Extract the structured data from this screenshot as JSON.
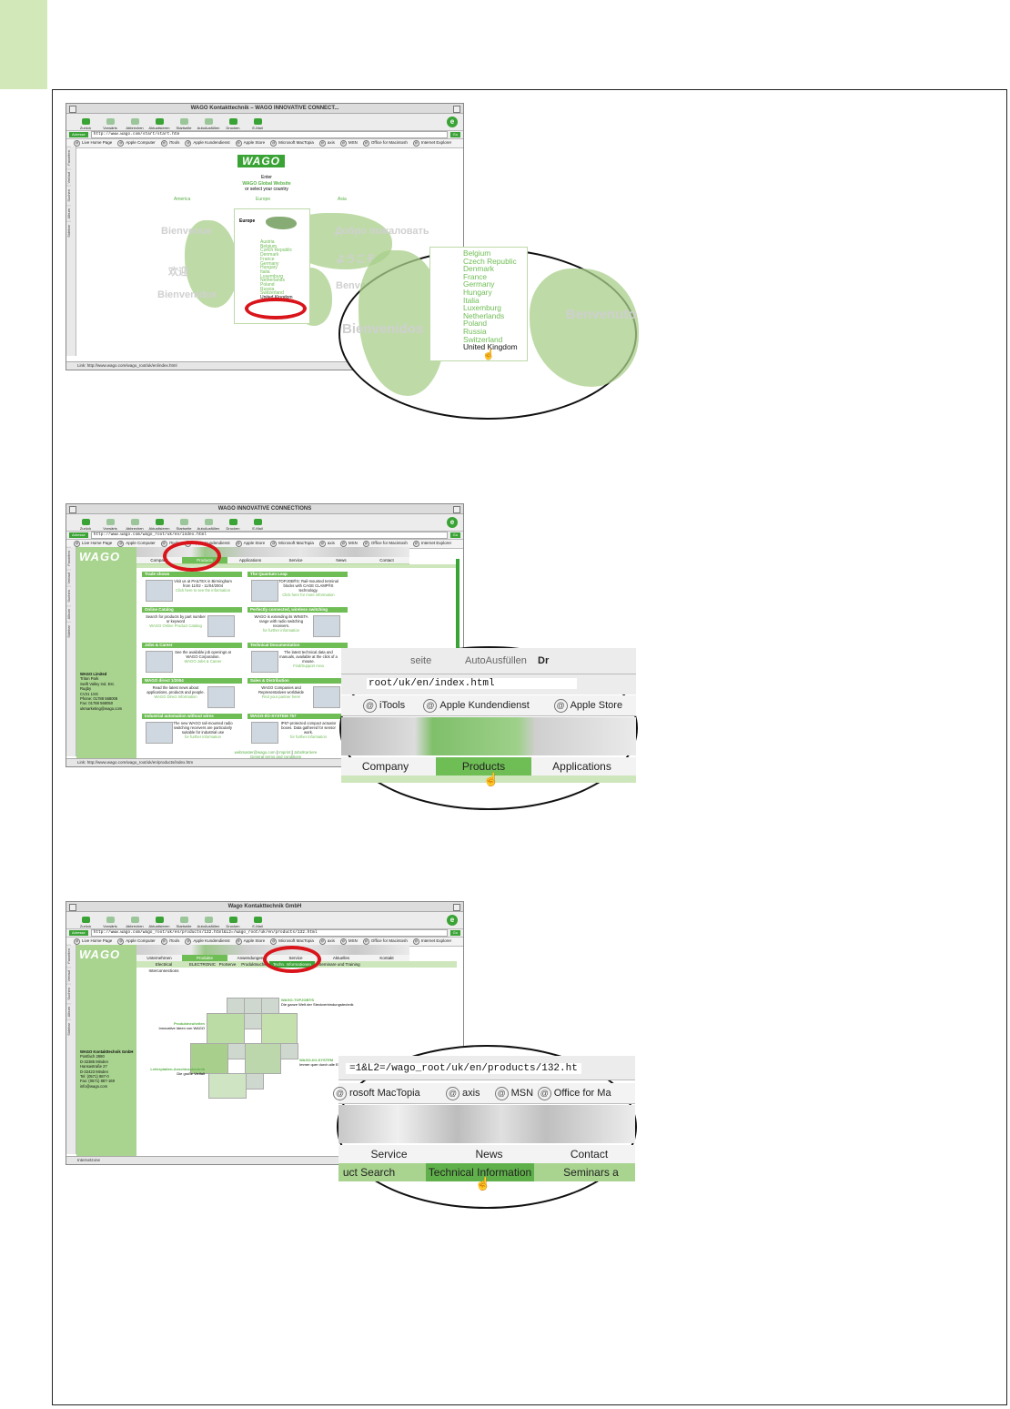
{
  "shot1": {
    "window_title": "WAGO Kontakttechnik – WAGO INNOVATIVE CONNECT...",
    "toolbar": [
      "Zurück",
      "Vorwärts",
      "Abbrechen",
      "Aktualisieren",
      "Startseite",
      "AutoAusfüllen",
      "Drucken",
      "E-Mail"
    ],
    "address_label": "Adresse",
    "address": "http://www.wago.com/start/start.htm",
    "go_label": "Go",
    "favorites": [
      "Live Home Page",
      "Apple Computer",
      "iTools",
      "Apple Kundendienst",
      "Apple Store",
      "Microsoft MacTopia",
      "axis",
      "MSN",
      "Office for Macintosh",
      "Internet Explorer"
    ],
    "sidetabs": [
      "Favoriten",
      "Verlauf",
      "Suchen",
      "Album",
      "Sidebar"
    ],
    "logo": "WAGO",
    "intro": {
      "line1": "Enter",
      "line2": "WAGO Global Website",
      "line3": "or select your country"
    },
    "regions": [
      "America",
      "Europe",
      "Asia"
    ],
    "greetings": [
      "Bienvenue",
      "Добро пожаловать",
      "欢迎",
      "ようこそ",
      "Bienvenidos",
      "Benvenuto"
    ],
    "dropdown_title": "Europe",
    "countries": [
      "Austria",
      "Belgium",
      "Czech Republic",
      "Denmark",
      "France",
      "Germany",
      "Hungary",
      "Italia",
      "Luxemburg",
      "Netherlands",
      "Poland",
      "Russia",
      "Switzerland",
      "United Kingdom"
    ],
    "status": "Link: http://www.wago.com/wago_root/uk/en/index.html",
    "loupe": {
      "countries": [
        "Belgium",
        "Czech Republic",
        "Denmark",
        "France",
        "Germany",
        "Hungary",
        "Italia",
        "Luxemburg",
        "Netherlands",
        "Poland",
        "Russia",
        "Switzerland",
        "United Kingdom"
      ],
      "greetings": [
        "Benvenuto",
        "Bienvenidos"
      ]
    }
  },
  "shot2": {
    "window_title": "WAGO INNOVATIVE CONNECTIONS",
    "toolbar": [
      "Zurück",
      "Vorwärts",
      "Abbrechen",
      "Aktualisieren",
      "Startseite",
      "AutoAusfüllen",
      "Drucken",
      "E-Mail"
    ],
    "address_label": "Adresse",
    "address": "http://www.wago.com/wago_root/uk/en/index.html",
    "go_label": "Go",
    "favorites": [
      "Live Home Page",
      "Apple Computer",
      "iTools",
      "Apple Kundendienst",
      "Apple Store",
      "Microsoft MacTopia",
      "axis",
      "MSN",
      "Office for Macintosh",
      "Internet Explorer"
    ],
    "sidetabs": [
      "Favoriten",
      "Verlauf",
      "Suchen",
      "Album",
      "Sidebar"
    ],
    "logo": "WAGO",
    "nav": [
      "Company",
      "Products",
      "Applications",
      "Service",
      "News",
      "Contact"
    ],
    "address_block": [
      "WAGO Limited",
      "Triton Park",
      "Swift Valley Ind. Est.",
      "Rugby",
      "CV21 1SG",
      "Phone: 01788 568008",
      "Fax: 01788 568050",
      "ukmarketing@wago.com"
    ],
    "sections_left": [
      {
        "head": "Trade shows",
        "text": "Visit us at PAILTEX in Birmingham from 11/02 - 11/04/2004",
        "link": "Click here to see the information"
      },
      {
        "head": "Online Catalog",
        "text": "Search for products by part number or keyword",
        "link": "WAGO Online Product Catalog"
      },
      {
        "head": "Jobs & Career",
        "text": "See the available job openings at WAGO Corporation.",
        "link": "WAGO Jobs & Career"
      },
      {
        "head": "WAGO direct 1/2004",
        "text": "Read the latest news about applications, products and people.",
        "link": "WAGO Direct Information"
      },
      {
        "head": "Industrial automation without wires",
        "text": "The new WAGO rail-mounted radio switching receivers are particularly suitable for industrial use",
        "link": "for further information"
      }
    ],
    "sections_right": [
      {
        "head": "The Quantum Leap",
        "text": "TOPJOB®S: Rail-mounted terminal blocks with CAGE CLAMP®S technology.",
        "link": "Click here for more information"
      },
      {
        "head": "Perfectly connected, wireless switching",
        "text": "WAGO is extending its WINSTA range with radio switching receivers.",
        "link": "for further information"
      },
      {
        "head": "Technical Documentation",
        "text": "The latest technical data and manuals, available at the click of a mouse.",
        "link": "Find/Support Area"
      },
      {
        "head": "Sales & Distribution",
        "text": "WAGO Companies and Representatives worldwide",
        "link": "Find your partner here!"
      },
      {
        "head": "WAGO-I/O-SYSTEM 757",
        "text": "IP67-protected compact actuator boxes. Data gathered for sensor work.",
        "link": "for further information"
      }
    ],
    "footer_links": [
      "webmaster@wago.com",
      "Imprint",
      "Jobs/Karriere"
    ],
    "footer_terms": "General terms and conditions",
    "status": "Link: http://www.wago.com/wago_root/uk/en/products/index.htm",
    "loupe": {
      "toolbar_fragment": "seite",
      "autofill": "AutoAusfüllen",
      "print_fragment": "Dr",
      "url": "root/uk/en/index.html",
      "favorites": [
        "iTools",
        "Apple Kundendienst",
        "Apple Store"
      ],
      "nav": [
        "Company",
        "Products",
        "Applications"
      ]
    }
  },
  "shot3": {
    "window_title": "Wago Kontakttechnik GmbH",
    "toolbar": [
      "Zurück",
      "Vorwärts",
      "Abbrechen",
      "Aktualisieren",
      "Startseite",
      "AutoAusfüllen",
      "Drucken",
      "E-Mail"
    ],
    "address_label": "Adresse",
    "address": "http://www.wago.com/wago_root/uk/en/products/132.html&L2=/wago_root/uk/en/products/132.html",
    "go_label": "Go",
    "favorites": [
      "Live Home Page",
      "Apple Computer",
      "iTools",
      "Apple Kundendienst",
      "Apple Store",
      "Microsoft MacTopia",
      "axis",
      "MSN",
      "Office for Macintosh",
      "Internet Explorer"
    ],
    "sidetabs": [
      "Favoriten",
      "Verlauf",
      "Suchen",
      "Album",
      "Sidebar"
    ],
    "logo": "WAGO",
    "nav": [
      "Unternehmen",
      "Produkte",
      "Anwendungen",
      "Service",
      "Aktuelles",
      "Kontakt"
    ],
    "subnav": [
      "Electrical Interconnections",
      "ELECTRONIC",
      "ProServe",
      "Produktsuche",
      "Techn. Informationen",
      "Seminare und Training"
    ],
    "address_block": [
      "WAGO Kontakttechnik GmbH",
      "Postfach 2880",
      "D-32385 Minden",
      "Hansastraße 27",
      "D-32423 Minden",
      "Tel: (0571) 887-0",
      "Fax: (0571) 887-169",
      "info@wago.com"
    ],
    "collage_labels": [
      {
        "title": "Produktneuheiten",
        "sub": "Innovative Ideen von WAGO"
      },
      {
        "title": "WAGO-TOPJOB®S",
        "sub": "Die ganze Welt der Steckverbindungstechnik"
      },
      {
        "title": "Leiterplatten-Anschlusstechnik",
        "sub": "Die große Vielfalt"
      },
      {
        "title": "WAGO-I/O-SYSTEM",
        "sub": "Immer quer durch alle Ebenen"
      }
    ],
    "status": "Internetzone",
    "loupe": {
      "url": "=1&L2=/wago_root/uk/en/products/132.ht",
      "favorites": [
        "rosoft MacTopia",
        "axis",
        "MSN",
        "Office for Ma"
      ],
      "nav": [
        "Service",
        "News",
        "Contact"
      ],
      "subnav": [
        "uct Search",
        "Technical Information",
        "Seminars a"
      ]
    }
  }
}
